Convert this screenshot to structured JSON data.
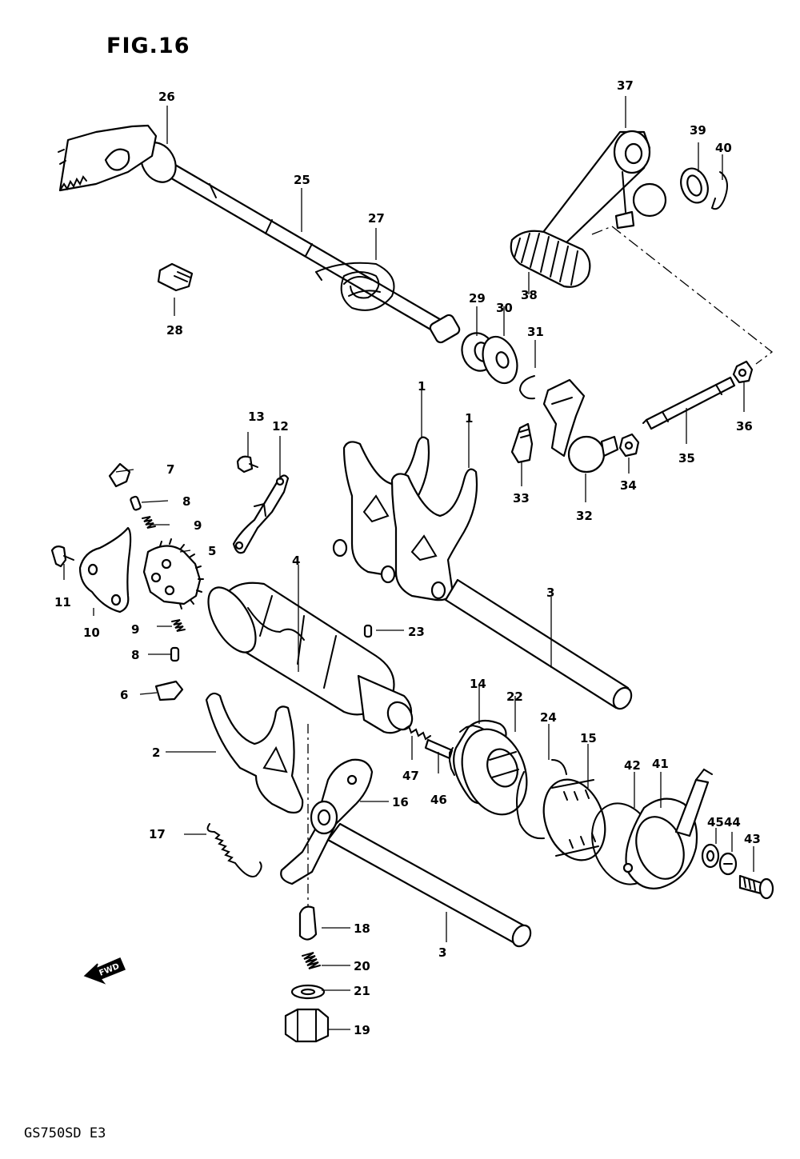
{
  "figure": {
    "title": "FIG.16",
    "model": "GS750SD  E3",
    "fwd_arrow_text": "FWD"
  },
  "part_labels": {
    "p1a": "1",
    "p1b": "1",
    "p2": "2",
    "p3a": "3",
    "p3b": "3",
    "p4": "4",
    "p5": "5",
    "p6": "6",
    "p7": "7",
    "p8a": "8",
    "p8b": "8",
    "p9a": "9",
    "p9b": "9",
    "p10": "10",
    "p11": "11",
    "p12": "12",
    "p13": "13",
    "p14": "14",
    "p15": "15",
    "p16": "16",
    "p17": "17",
    "p18": "18",
    "p19": "19",
    "p20": "20",
    "p21": "21",
    "p22": "22",
    "p23": "23",
    "p24": "24",
    "p25": "25",
    "p26": "26",
    "p27": "27",
    "p28": "28",
    "p29": "29",
    "p30": "30",
    "p31": "31",
    "p32": "32",
    "p33": "33",
    "p34": "34",
    "p35": "35",
    "p36": "36",
    "p37": "37",
    "p38": "38",
    "p39": "39",
    "p40": "40",
    "p41": "41",
    "p42": "42",
    "p43": "43",
    "p44": "44",
    "p45": "45",
    "p46": "46",
    "p47": "47"
  }
}
